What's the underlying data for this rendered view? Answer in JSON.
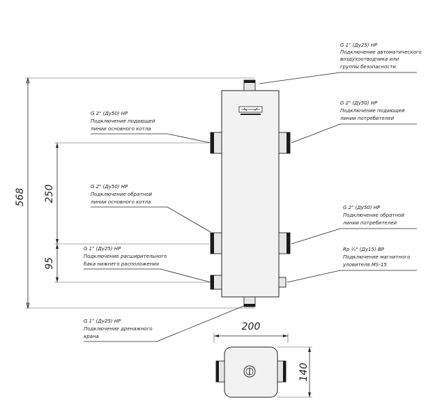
{
  "callouts": {
    "air_vent": {
      "lines": [
        "G 1\" (Ду25) НР",
        "Подключение автоматического",
        "воздухоотводчика или",
        "группы безопасности"
      ]
    },
    "boiler_supply": {
      "lines": [
        "G 2\" (Ду50) НР",
        "Подключение подающей",
        "линии основного котла"
      ]
    },
    "consumer_supply": {
      "lines": [
        "G 2\" (Ду50) НР",
        "Подключение подающей",
        "линии потребителей"
      ]
    },
    "boiler_return": {
      "lines": [
        "G 2\" (Ду50) НР",
        "Подключение обратной",
        "линии основного котла"
      ]
    },
    "consumer_return": {
      "lines": [
        "G 2\" (Ду50) НР",
        "Подключение обратной",
        "линии потребителей"
      ]
    },
    "expansion_tank": {
      "lines": [
        "G 1\" (Ду25) НР",
        "Подключение расширительного",
        "бака нижнего расположения"
      ]
    },
    "magnetic_trap": {
      "lines": [
        "Rp ½\" (Ду15) ВР",
        "Подключение магнитного",
        "уловителя MS-15"
      ]
    },
    "drain": {
      "lines": [
        "G 1\" (Ду25) НР",
        "Подключение дренажного",
        "крана"
      ]
    }
  },
  "dimensions": {
    "total_height": "568",
    "upper_spacing": "250",
    "lower_spacing": "95",
    "plan_width": "200",
    "plan_depth": "140"
  },
  "colors": {
    "line": "#222222",
    "body_fill": "#f2f2f2",
    "thread_band": "#1a1a1a"
  }
}
